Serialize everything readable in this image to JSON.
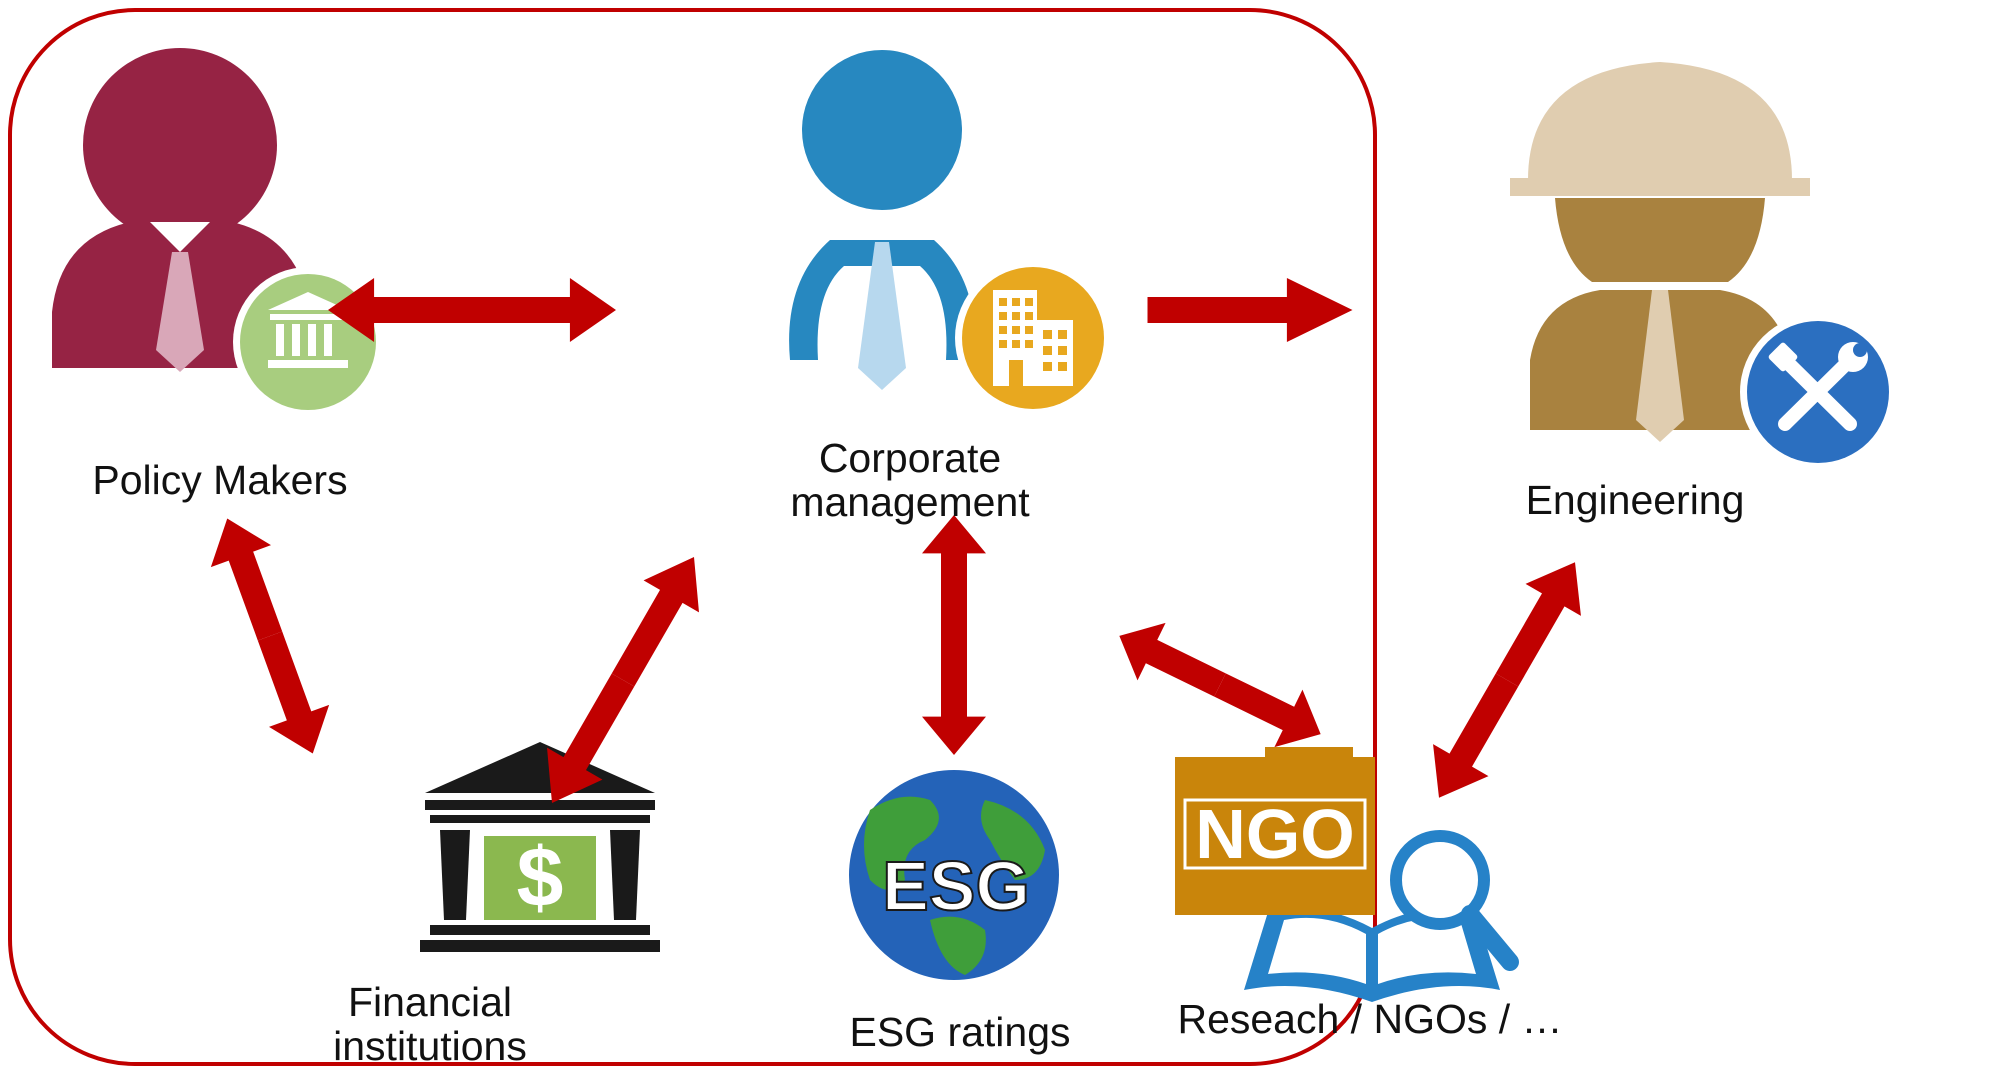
{
  "labels": {
    "policy_makers": "Policy Makers",
    "corporate_line1": "Corporate",
    "corporate_line2": "management",
    "engineering": "Engineering",
    "financial_line1": "Financial",
    "financial_line2": "institutions",
    "esg_ratings": "ESG ratings",
    "research": "Reseach / NGOs / …"
  },
  "badges": {
    "esg": "ESG",
    "ngo": "NGO",
    "dollar": "$"
  },
  "colors": {
    "arrow": "#c00000",
    "boundary": "#c00000",
    "policy_person": "#962344",
    "policy_tie": "#d9a7b8",
    "policy_badge": "#a8cd7f",
    "corporate_person": "#2788c0",
    "corporate_tie": "#b7d8ee",
    "corporate_badge": "#e8a81f",
    "engineer_person": "#a9823f",
    "engineer_helmet": "#e0cdb0",
    "engineer_badge": "#2b6fc0",
    "bank": "#1a1a1a",
    "bank_note": "#8bb84f",
    "ngo_sign": "#c9850b",
    "book": "#2682c8",
    "globe_land": "#3f9e3a",
    "globe_ocean": "#2463b8"
  },
  "icons": [
    "policy-maker-person-icon",
    "institution-building-icon",
    "corporate-manager-person-icon",
    "office-building-icon",
    "engineer-hardhat-person-icon",
    "tools-icon",
    "bank-dollar-icon",
    "esg-globe-icon",
    "ngo-sign-icon",
    "book-magnifier-icon"
  ]
}
